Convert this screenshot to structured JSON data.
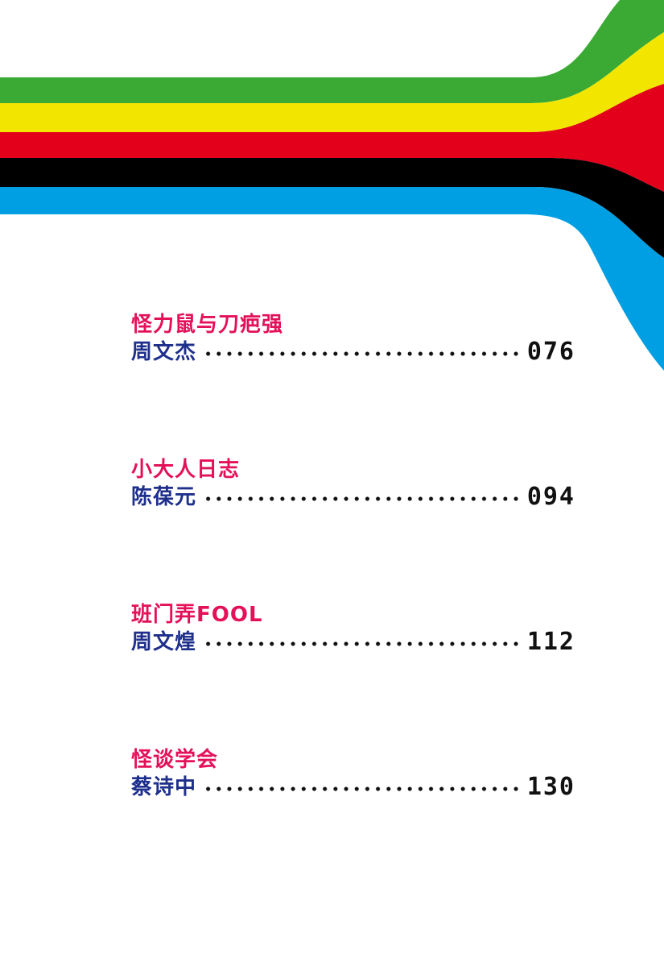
{
  "decor": {
    "stripe_colors": [
      "#3aaa35",
      "#f2e600",
      "#e3001b",
      "#000000",
      "#009fe3"
    ]
  },
  "toc": [
    {
      "title": "怪力鼠与刀疤强",
      "author": "周文杰",
      "page": "076"
    },
    {
      "title": "小大人日志",
      "author": "陈葆元",
      "page": "094"
    },
    {
      "title": "班门弄FOOL",
      "author": "周文煌",
      "page": "112"
    },
    {
      "title": "怪谈学会",
      "author": "蔡诗中",
      "page": "130"
    }
  ]
}
